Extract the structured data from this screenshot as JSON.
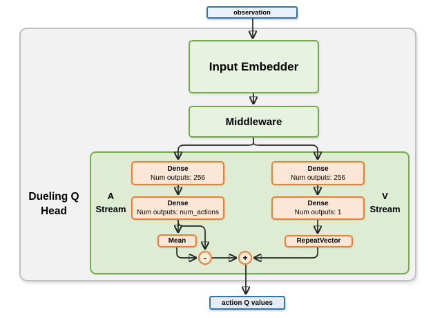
{
  "colors": {
    "canvas-bg": "#ffffff",
    "outer-bg": "#f2f2f2",
    "outer-border": "#bfbfbf",
    "green-bg": "#dfecd4",
    "green-box-bg": "#e8f2e0",
    "green-border": "#70ad47",
    "orange-bg": "#fce6d5",
    "orange-circle-bg": "#fdebdc",
    "orange-border": "#ed7d31",
    "blue-bg": "#eaf1f9",
    "blue-bg-2": "#e7ecf4",
    "blue-border": "#2e75b6",
    "arrow": "#262626",
    "text": "#000000"
  },
  "nodes": {
    "observation": {
      "label": "observation"
    },
    "input_embedder": {
      "label": "Input Embedder"
    },
    "middleware": {
      "label": "Middleware"
    },
    "dense_a1": {
      "title": "Dense",
      "subtitle": "Num outputs: 256"
    },
    "dense_a2": {
      "title": "Dense",
      "subtitle": "Num outputs: num_actions"
    },
    "dense_v1": {
      "title": "Dense",
      "subtitle": "Num outputs: 256"
    },
    "dense_v2": {
      "title": "Dense",
      "subtitle": "Num outputs: 1"
    },
    "mean": {
      "label": "Mean"
    },
    "repeat_vector": {
      "label": "RepeatVector"
    },
    "minus": {
      "label": "-"
    },
    "plus": {
      "label": "+"
    },
    "action_q_values": {
      "label": "action Q values"
    }
  },
  "labels": {
    "dueling_head": {
      "line1": "Dueling Q",
      "line2": "Head"
    },
    "a_stream": {
      "line1": "A",
      "line2": "Stream"
    },
    "v_stream": {
      "line1": "V",
      "line2": "Stream"
    }
  }
}
